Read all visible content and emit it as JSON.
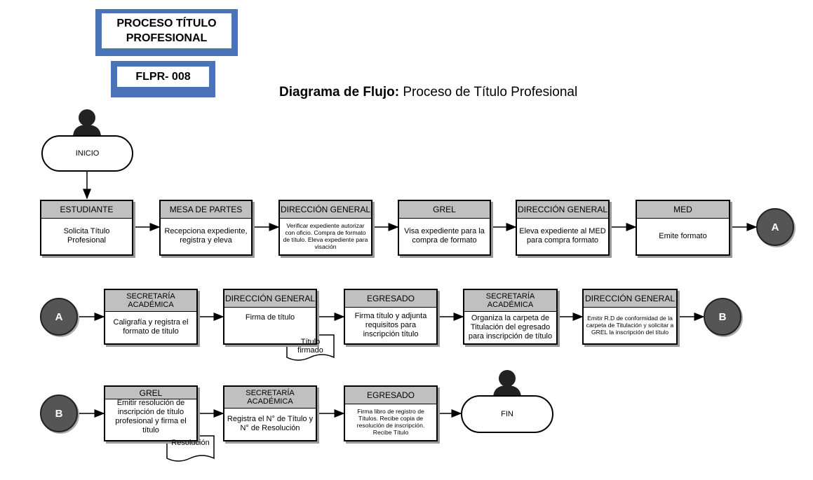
{
  "header": {
    "process_title": "PROCESO TÍTULO PROFESIONAL",
    "code": "FLPR- 008",
    "diagram_title_bold": "Diagrama de Flujo:",
    "diagram_title_rest": "Proceso de Título Profesional"
  },
  "terminals": {
    "start": "INICIO",
    "end": "FIN"
  },
  "connectors": {
    "a": "A",
    "b": "B"
  },
  "row1": [
    {
      "header": "ESTUDIANTE",
      "text": "Solicita Título Profesional"
    },
    {
      "header": "MESA DE PARTES",
      "text": "Recepciona expediente, registra y eleva"
    },
    {
      "header": "DIRECCIÓN GENERAL",
      "text": "Verificar expediente autorizar con oficio. Compra de formato de título. Eleva expediente para visación"
    },
    {
      "header": "GREL",
      "text": "Visa expediente para la compra de formato"
    },
    {
      "header": "DIRECCIÓN GENERAL",
      "text": "Eleva expediente al MED para compra formato"
    },
    {
      "header": "MED",
      "text": "Emite formato"
    }
  ],
  "row2": [
    {
      "header": "SECRETARÍA ACADÉMICA",
      "text": "Caligrafía y registra el formato de título"
    },
    {
      "header": "DIRECCIÓN GENERAL",
      "text": "Firma de título",
      "document": "Título firmado"
    },
    {
      "header": "EGRESADO",
      "text": "Firma título y adjunta requisitos para inscripción título"
    },
    {
      "header": "SECRETARÍA ACADÉMICA",
      "text": "Organiza la carpeta de Titulación del egresado para inscripción de título"
    },
    {
      "header": "DIRECCIÓN GENERAL",
      "text": "Emitir R.D de conformidad de la carpeta de Titulación y solicitar a GREL la inscripción del título"
    }
  ],
  "row3": [
    {
      "header": "GREL",
      "text": "Emitir resolución de inscripción de título profesional y firma el título",
      "document": "Resolución"
    },
    {
      "header": "SECRETARÍA ACADÉMICA",
      "text": "Registra el N° de Título y N° de Resolución"
    },
    {
      "header": "EGRESADO",
      "text": "Firma libro de registro de Títulos. Recibe copia de resolución de inscripción. Recibe Título"
    }
  ]
}
